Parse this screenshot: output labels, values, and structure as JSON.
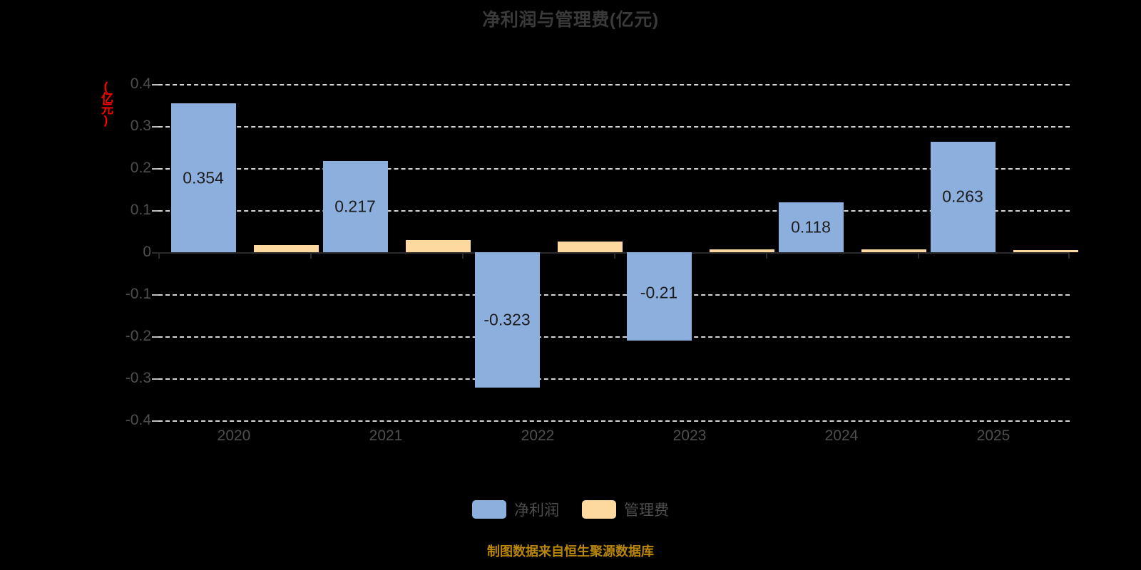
{
  "chart_data": {
    "type": "bar",
    "title": "净利润与管理费(亿元)",
    "xlabel": "",
    "ylabel": "(亿元)",
    "ylim": [
      -0.4,
      0.4
    ],
    "ytick_step": 0.1,
    "yticks": [
      "0.4",
      "0.3",
      "0.2",
      "0.1",
      "0",
      "-0.1",
      "-0.2",
      "-0.3",
      "-0.4"
    ],
    "ytick_values": [
      0.4,
      0.3,
      0.2,
      0.1,
      0,
      -0.1,
      -0.2,
      -0.3,
      -0.4
    ],
    "grid": true,
    "legend_position": "bottom-center",
    "categories": [
      "2020",
      "2021",
      "2022",
      "2023",
      "2024",
      "2025"
    ],
    "series": [
      {
        "name": "净利润",
        "color": "#8cafdd",
        "values": [
          0.354,
          0.217,
          -0.323,
          -0.21,
          0.118,
          0.263
        ],
        "labels": [
          "0.354",
          "0.217",
          "-0.323",
          "-0.21",
          "0.118",
          "0.263"
        ]
      },
      {
        "name": "管理费",
        "color": "#fdd9a0",
        "values": [
          0.017,
          0.029,
          0.026,
          0.006,
          0.006,
          0.005
        ],
        "labels": [
          "",
          "",
          "",
          "",
          "",
          ""
        ]
      }
    ],
    "annotation": "制图数据来自恒生聚源数据库"
  },
  "title": {
    "text": "净利润与管理费(亿元)",
    "color": "#3a3a3a"
  },
  "axes": {
    "y_unit": "(亿元)",
    "y_unit_color": "#ff0000",
    "tick_color": "#4e4e4e",
    "gridline_color": "#d4d4d4",
    "zero_line_color": "#2b2b2b"
  },
  "legend": {
    "items": [
      {
        "label": "净利润",
        "color": "#8cafdd"
      },
      {
        "label": "管理费",
        "color": "#fdd9a0"
      }
    ]
  },
  "footer": {
    "text": "制图数据来自恒生聚源数据库",
    "color": "#b8860b"
  },
  "background": "#000000"
}
